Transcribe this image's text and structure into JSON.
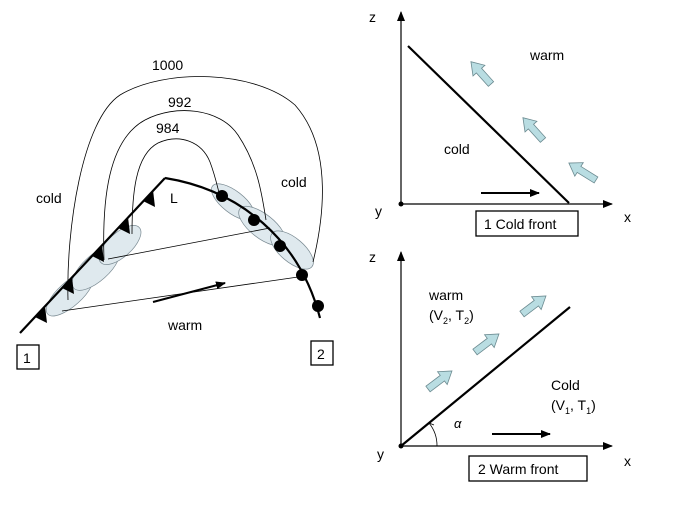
{
  "map": {
    "isobars": [
      "1000",
      "992",
      "984"
    ],
    "low_label": "L",
    "cold_left": "cold",
    "cold_right": "cold",
    "warm": "warm",
    "box_1": "1",
    "box_2": "2"
  },
  "cold_front_panel": {
    "z_label": "z",
    "x_label": "x",
    "y_label": "y",
    "warm": "warm",
    "cold": "cold",
    "caption": "1 Cold front"
  },
  "warm_front_panel": {
    "z_label": "z",
    "x_label": "x",
    "y_label": "y",
    "warm_word": "warm",
    "warm_vars": {
      "open": "(V",
      "v_sub": "2",
      "mid": ", T",
      "t_sub": "2",
      "close": ")"
    },
    "cold_word": "Cold",
    "cold_vars": {
      "open": "(V",
      "v_sub": "1",
      "mid": ", T",
      "t_sub": "1",
      "close": ")"
    },
    "angle": "α",
    "caption": "2  Warm front"
  }
}
